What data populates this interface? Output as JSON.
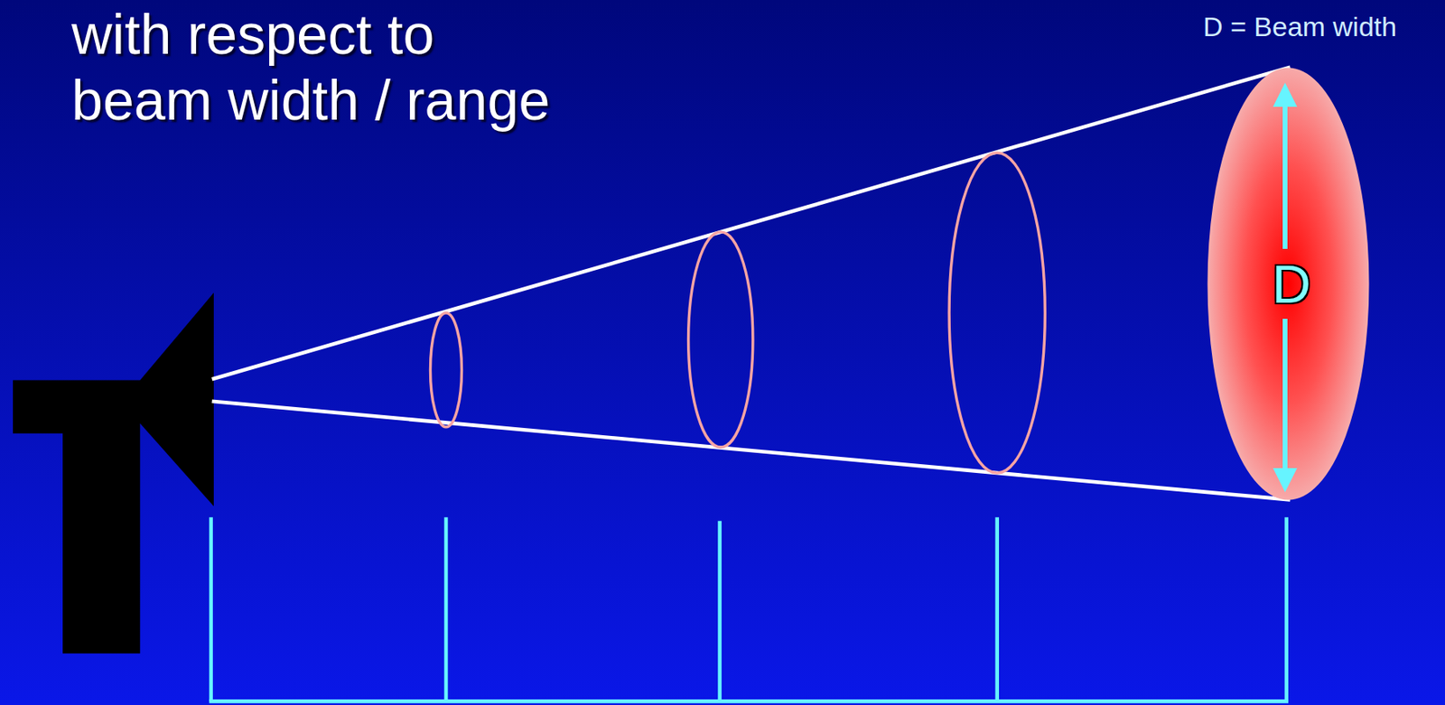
{
  "diagram": {
    "title": "with respect to beam width / range",
    "nodes": [
      {
        "text": [
          "D"
        ]
      }
    ],
    "labels": [
      "D = Beam width"
    ]
  }
}
